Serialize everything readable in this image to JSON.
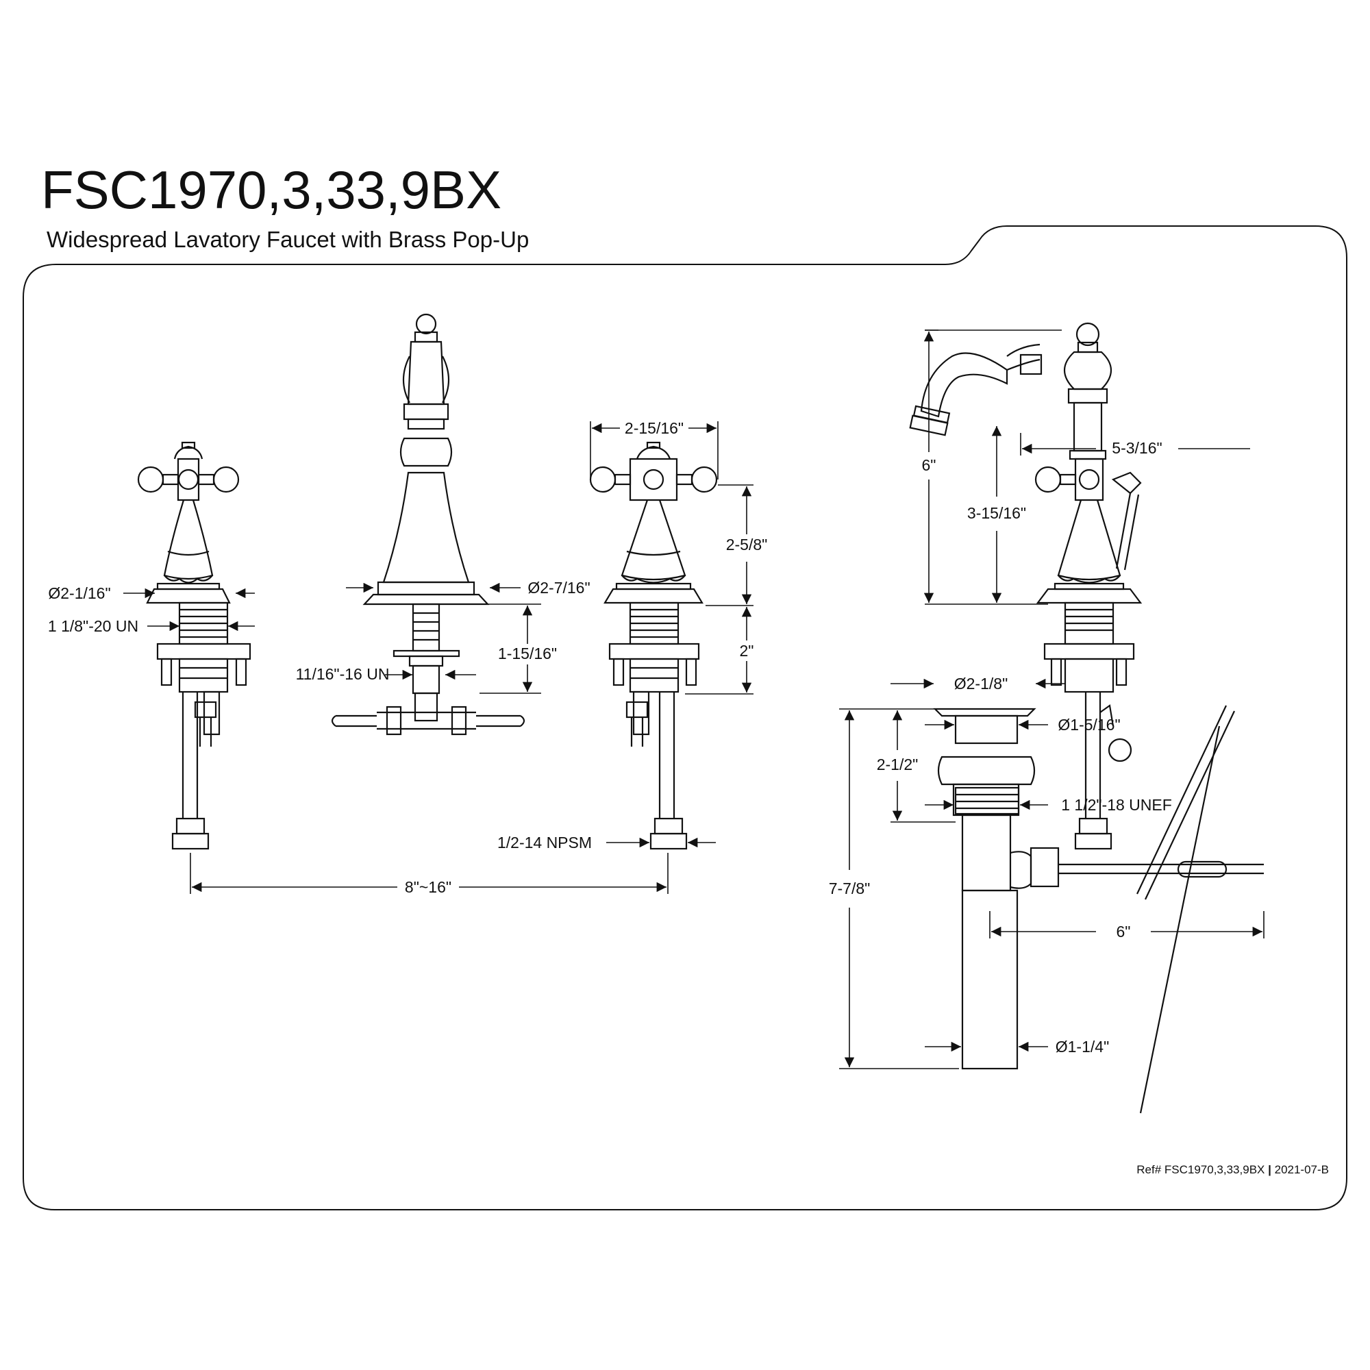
{
  "header": {
    "model": "FSC1970,3,33,9BX",
    "description": "Widespread Lavatory Faucet with Brass Pop-Up"
  },
  "dimensions": {
    "handle_flange_dia": "Ø2-1/16\"",
    "handle_thread": "1 1/8\"-20 UN",
    "spout_thread": "11/16\"-16 UN",
    "spout_base_dia": "Ø2-7/16\"",
    "spout_shank_length": "1-15/16\"",
    "handle_width": "2-15/16\"",
    "handle_height": "2-5/8\"",
    "handle_shank": "2\"",
    "supply_thread": "1/2-14 NPSM",
    "spread": "8\"~16\"",
    "spout_height": "6\"",
    "spout_reach": "5-3/16\"",
    "aerator_height": "3-15/16\"",
    "drain_flange_dia": "Ø2-1/8\"",
    "drain_body_dia": "Ø1-5/16\"",
    "drain_top_height": "2-1/2\"",
    "drain_thread": "1 1/2\"-18 UNEF",
    "drain_total_length": "7-7/8\"",
    "pivot_rod_length": "6\"",
    "tailpiece_dia": "Ø1-1/4\""
  },
  "footer": {
    "ref": "Ref# FSC1970,3,33,9BX",
    "rev": "2021-07-B"
  }
}
